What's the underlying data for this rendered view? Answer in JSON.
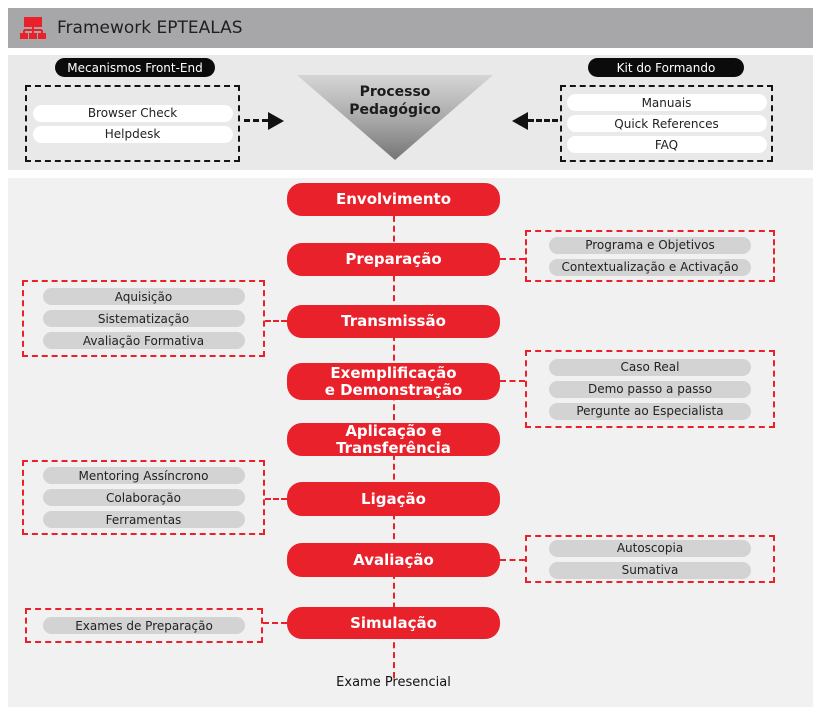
{
  "header": {
    "title": "Framework EPTEALAS"
  },
  "front_end": {
    "label": "Mecanismos Front-End",
    "items": [
      "Browser Check",
      "Helpdesk"
    ]
  },
  "kit": {
    "label": "Kit do Formando",
    "items": [
      "Manuais",
      "Quick References",
      "FAQ"
    ]
  },
  "funnel": {
    "title": "Processo\nPedagógico"
  },
  "steps": [
    "Envolvimento",
    "Preparação",
    "Transmissão",
    "Exemplificação\ne Demonstração",
    "Aplicação e Transferência",
    "Ligação",
    "Avaliação",
    "Simulação"
  ],
  "resources": {
    "preparacao": [
      "Programa e Objetivos",
      "Contextualização e Activação"
    ],
    "transmissao": [
      "Aquisição",
      "Sistematização",
      "Avaliação Formativa"
    ],
    "exemplificacao": [
      "Caso Real",
      "Demo passo a passo",
      "Pergunte ao Especialista"
    ],
    "ligacao": [
      "Mentoring Assíncrono",
      "Colaboração",
      "Ferramentas"
    ],
    "avaliacao": [
      "Autoscopia",
      "Sumativa"
    ],
    "simulacao": [
      "Exames de Preparação"
    ]
  },
  "final_label": "Exame Presencial",
  "colors": {
    "accent_red": "#e8212b",
    "header_gray": "#a7a7a9",
    "band_gray": "#e9e9ea",
    "panel_gray": "#f1f1f2",
    "pill_gray": "#d3d3d4",
    "label_black": "#0b0b0b"
  }
}
